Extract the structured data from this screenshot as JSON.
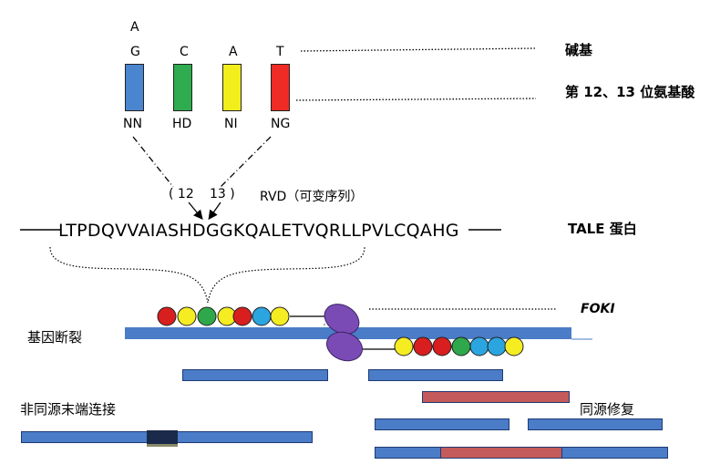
{
  "top_letter": "A",
  "bases": [
    {
      "letter": "G",
      "rvd": "NN",
      "color": "#4a86d0"
    },
    {
      "letter": "C",
      "rvd": "HD",
      "color": "#2eac4f"
    },
    {
      "letter": "A",
      "rvd": "NI",
      "color": "#f2ee1c"
    },
    {
      "letter": "T",
      "rvd": "NG",
      "color": "#ee2b24"
    }
  ],
  "labels": {
    "base": "碱基",
    "residue": "第 12、13 位氨基酸",
    "pos12": "( 12",
    "pos13": "13 )",
    "rvd": "RVD（可变序列）",
    "sequence": "LTPDQVVAIASHDGGKQALETVQRLLPVLCQAHG",
    "tale": "TALE 蛋白",
    "foki": "FOKI",
    "gene_break": "基因断裂",
    "nhej": "非同源末端连接",
    "hr": "同源修复"
  },
  "colors": {
    "dna": "#4a7cc7",
    "foki": "#7b4bb5",
    "donor": "#c55a5a"
  },
  "left_beads": [
    "#d81e1e",
    "#f5ec22",
    "#2ea84a",
    "#d81e1e",
    "#2ba5e0",
    "#f5ec22"
  ],
  "right_beads": [
    "#f5ec22",
    "#d81e1e",
    "#d81e1e",
    "#2ea84a",
    "#2ba5e0",
    "#2ba5e0",
    "#f5ec22"
  ]
}
